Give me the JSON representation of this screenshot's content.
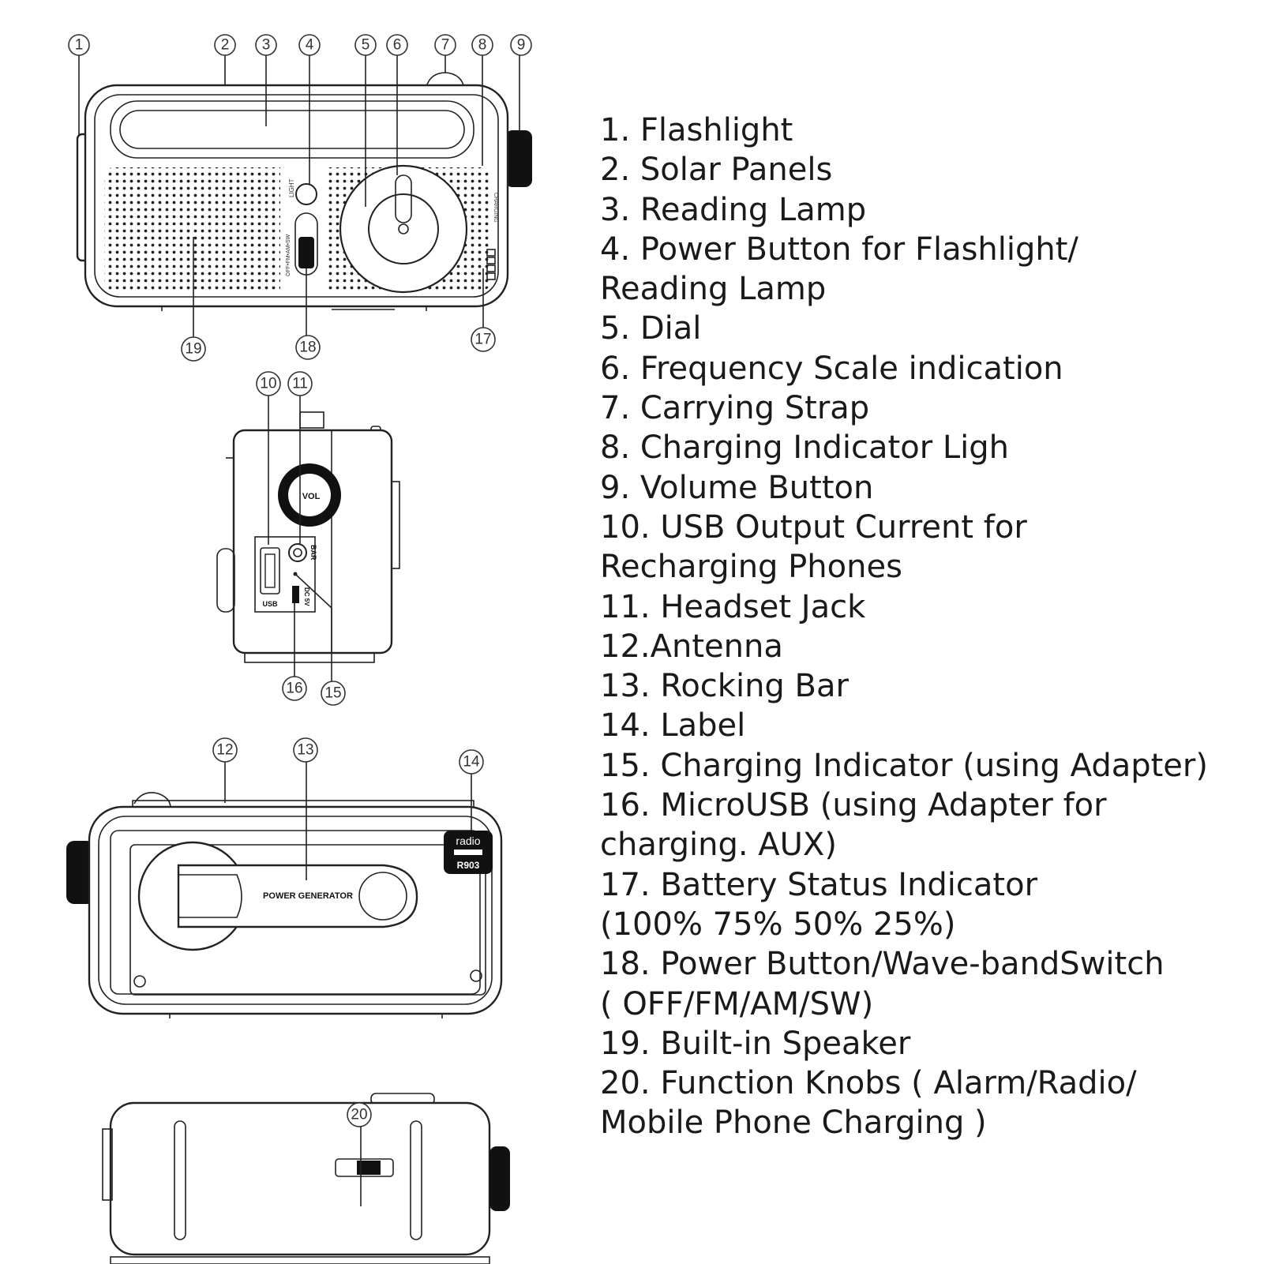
{
  "legend": [
    "1. Flashlight",
    "2. Solar Panels",
    "3. Reading Lamp",
    "4. Power Button for Flashlight/",
    "Reading Lamp",
    "5. Dial",
    "6. Frequency Scale indication",
    "7. Carrying Strap",
    "8. Charging Indicator Ligh",
    "9. Volume Button",
    "10. USB Output Current for",
    "Recharging Phones",
    "11. Headset Jack",
    "12.Antenna",
    "13. Rocking Bar",
    "14. Label",
    "15. Charging Indicator (using Adapter)",
    "16. MicroUSB (using Adapter for",
    "charging. AUX)",
    "17. Battery Status Indicator",
    "(100% 75% 50% 25%)",
    "18. Power Button/Wave-bandSwitch",
    "( OFF/FM/AM/SW)",
    "19. Built-in Speaker",
    "20. Function Knobs ( Alarm/Radio/",
    "Mobile Phone Charging )"
  ],
  "callouts": {
    "c1": "1",
    "c2": "2",
    "c3": "3",
    "c4": "4",
    "c5": "5",
    "c6": "6",
    "c7": "7",
    "c8": "8",
    "c9": "9",
    "c10": "10",
    "c11": "11",
    "c12": "12",
    "c13": "13",
    "c14": "14",
    "c15": "15",
    "c16": "16",
    "c17": "17",
    "c18": "18",
    "c19": "19",
    "c20": "20"
  },
  "device_text": {
    "vol": "VOL",
    "usb": "USB",
    "bar": "BAR",
    "dc": "DC 5V",
    "light": "LIGHT",
    "charging": "CHARGING",
    "band": "OFF•FM•AM•SW",
    "power_generator": "POWER GENERATOR",
    "radio_logo": "radio",
    "model": "R903"
  }
}
